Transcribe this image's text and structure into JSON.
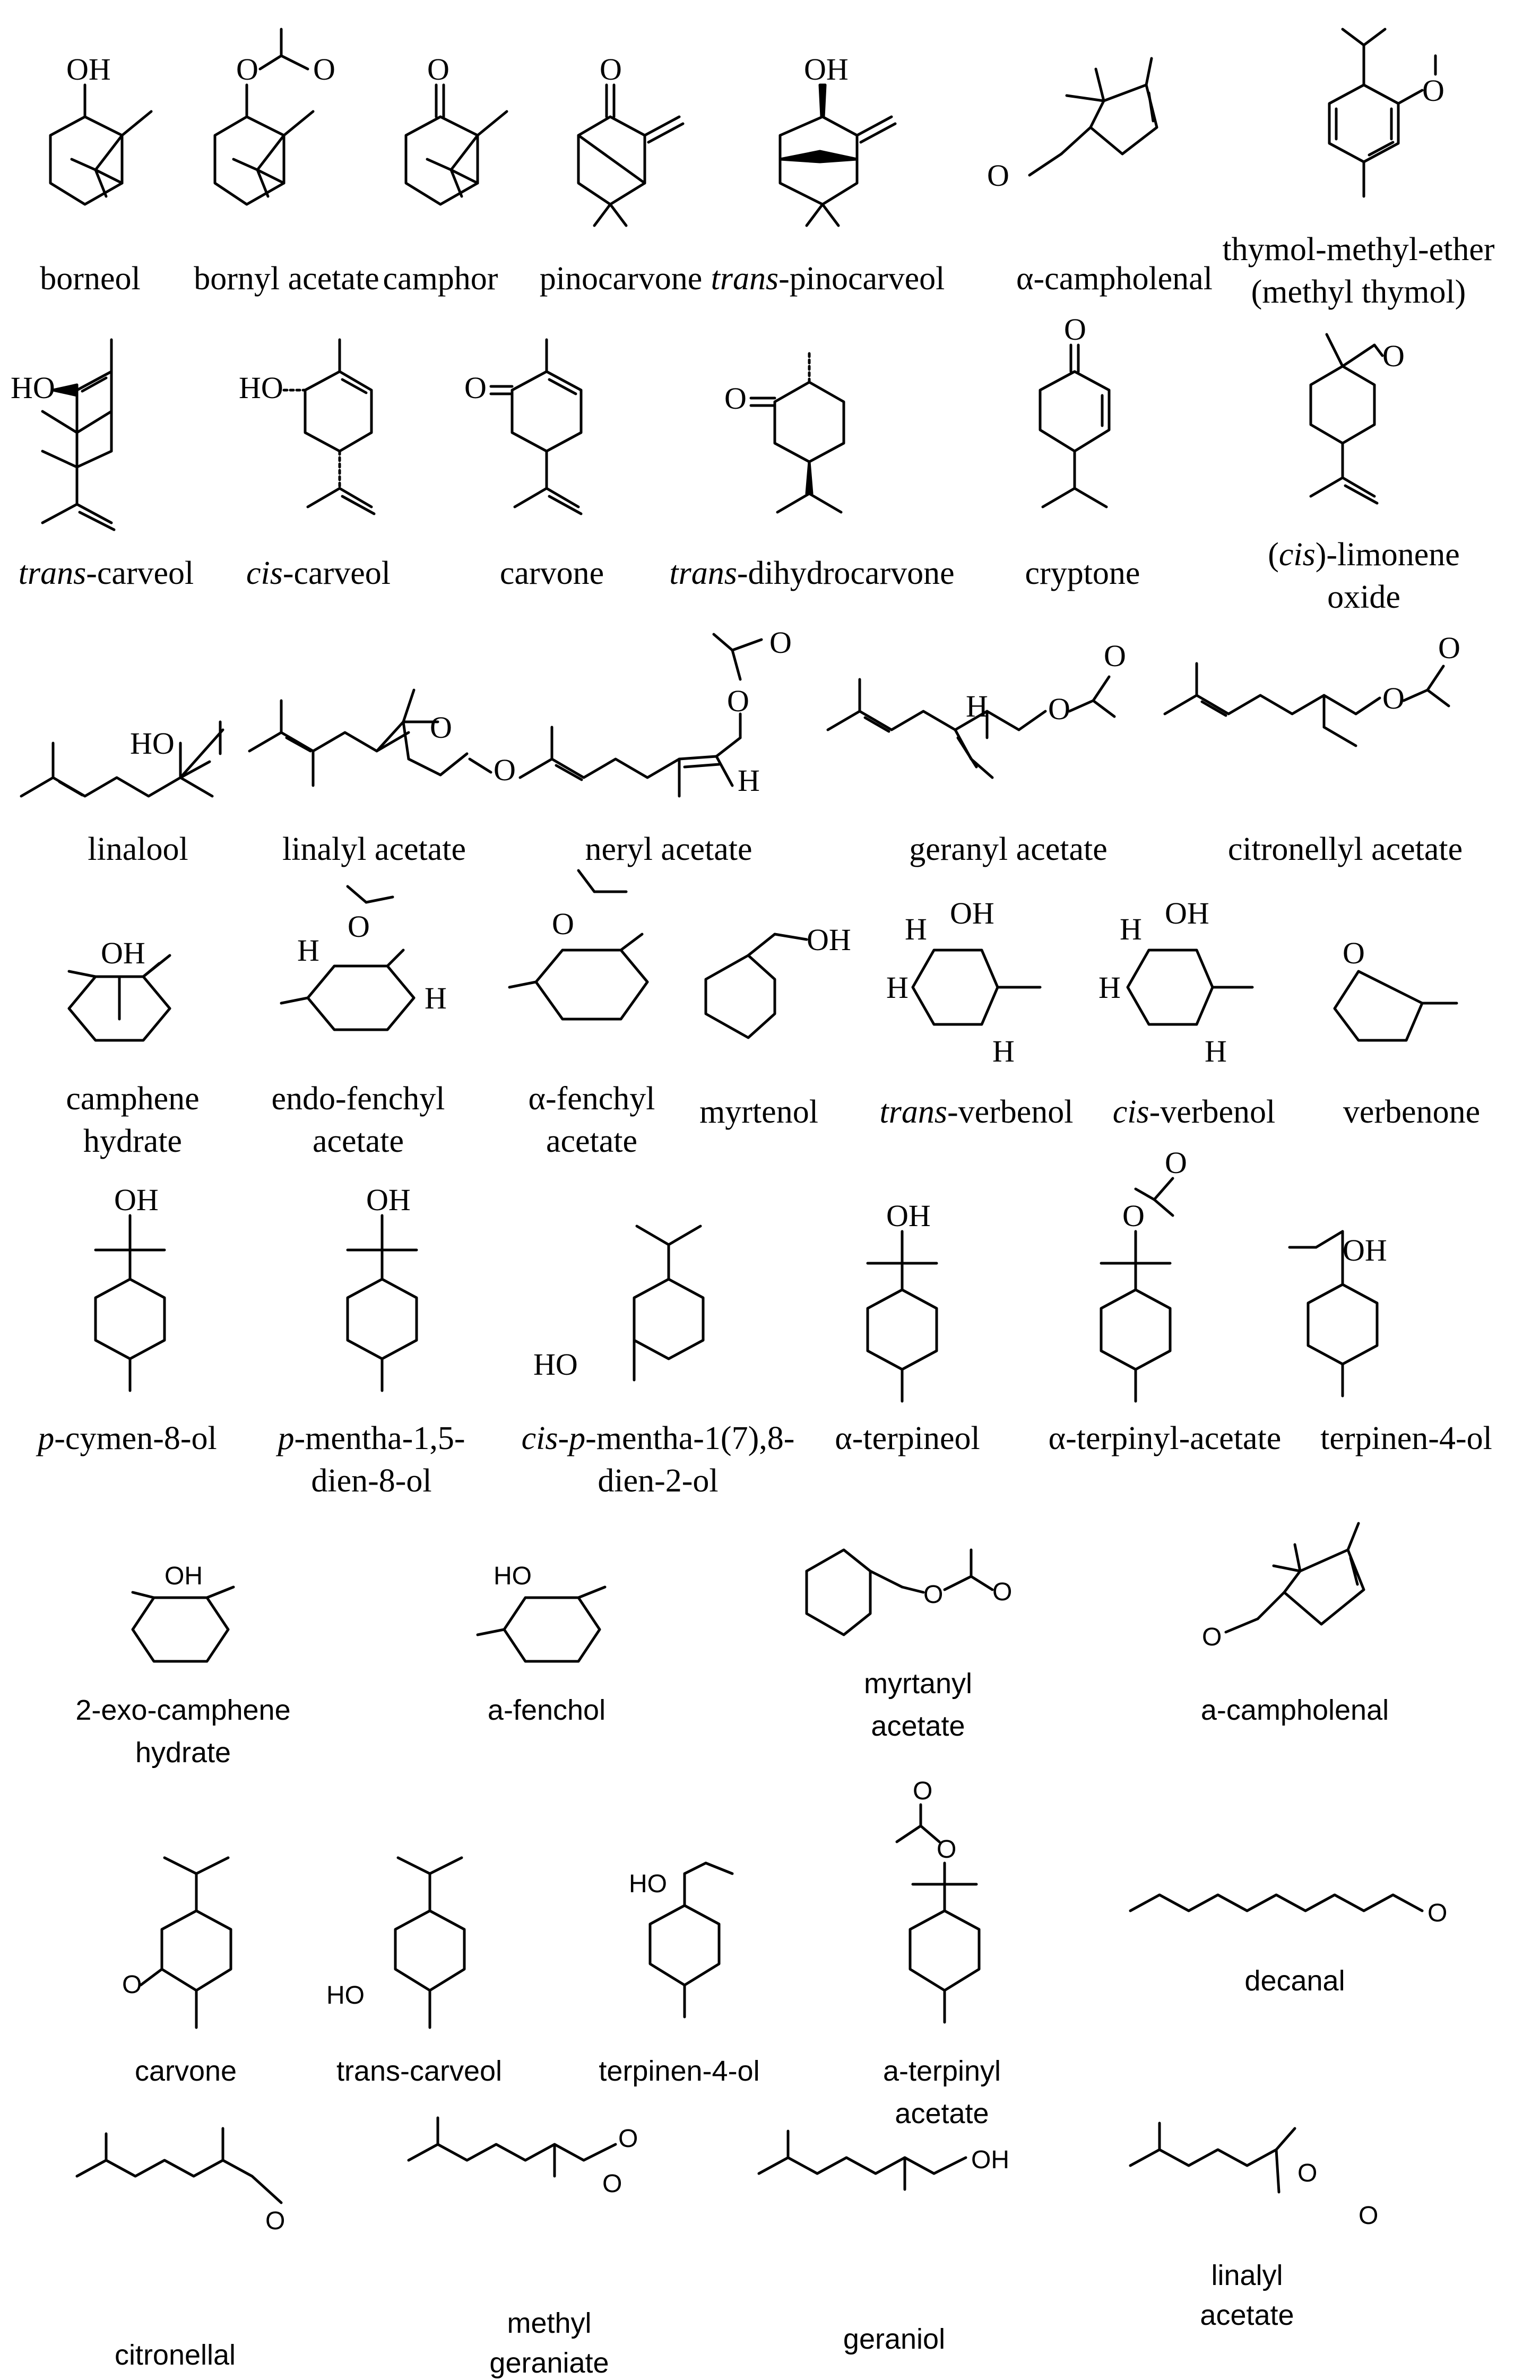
{
  "compounds": [
    {
      "id": "borneol",
      "name": "borneol"
    },
    {
      "id": "bornyl-acetate",
      "name": "bornyl acetate"
    },
    {
      "id": "camphor",
      "name": "camphor"
    },
    {
      "id": "pinocarvone",
      "name": "pinocarvone"
    },
    {
      "id": "trans-pinocarveol",
      "prefix": "trans",
      "name": "-pinocarveol"
    },
    {
      "id": "alpha-campholenal",
      "name": "α-campholenal"
    },
    {
      "id": "thymol-methyl-ether",
      "name": "thymol-methyl-ether",
      "name2": "(methyl thymol)"
    },
    {
      "id": "trans-carveol",
      "prefix": "trans",
      "name": "-carveol"
    },
    {
      "id": "cis-carveol",
      "prefix": "cis",
      "name": "-carveol"
    },
    {
      "id": "carvone",
      "name": "carvone"
    },
    {
      "id": "trans-dihydrocarvone",
      "prefix": "trans",
      "name": "-dihydrocarvone"
    },
    {
      "id": "cryptone",
      "name": "cryptone"
    },
    {
      "id": "cis-limonene-oxide",
      "pre": "(",
      "prefix": "cis",
      "name": ")-limonene",
      "name2": "oxide"
    },
    {
      "id": "linalool",
      "name": "linalool"
    },
    {
      "id": "linalyl-acetate",
      "name": "linalyl acetate"
    },
    {
      "id": "neryl-acetate",
      "name": "neryl acetate"
    },
    {
      "id": "geranyl-acetate",
      "name": "geranyl acetate"
    },
    {
      "id": "citronellyl-acetate",
      "name": "citronellyl acetate"
    },
    {
      "id": "camphene-hydrate",
      "name": "camphene",
      "name2": "hydrate"
    },
    {
      "id": "endo-fenchyl-acetate",
      "name": "endo-fenchyl",
      "name2": "acetate"
    },
    {
      "id": "alpha-fenchyl-acetate",
      "name": "α-fenchyl",
      "name2": "acetate"
    },
    {
      "id": "myrtenol",
      "name": "myrtenol"
    },
    {
      "id": "trans-verbenol",
      "prefix": "trans",
      "name": "-verbenol"
    },
    {
      "id": "cis-verbenol",
      "prefix": "cis",
      "name": "-verbenol"
    },
    {
      "id": "verbenone",
      "name": "verbenone"
    },
    {
      "id": "p-cymen-8-ol",
      "prefix": "p",
      "name": "-cymen-8-ol"
    },
    {
      "id": "p-mentha-1-5-dien-8-ol",
      "prefix": "p",
      "name": "-mentha-1,5-",
      "name2": "dien-8-ol"
    },
    {
      "id": "cis-p-mentha-dien-2-ol",
      "prefix": "cis-p",
      "name": "-mentha-1(7),8-",
      "name2": "dien-2-ol"
    },
    {
      "id": "alpha-terpineol",
      "name": "α-terpineol"
    },
    {
      "id": "alpha-terpinyl-acetate",
      "name": "α-terpinyl-acetate"
    },
    {
      "id": "terpinen-4-ol",
      "name": "terpinen-4-ol"
    },
    {
      "id": "2-exo-camphene-hydrate",
      "name": "2-exo-camphene",
      "name2": "hydrate"
    },
    {
      "id": "a-fenchol",
      "name": "a-fenchol"
    },
    {
      "id": "myrtanyl-acetate",
      "name": "myrtanyl",
      "name2": "acetate"
    },
    {
      "id": "a-campholenal",
      "name": "a-campholenal"
    },
    {
      "id": "carvone-2",
      "name": "carvone"
    },
    {
      "id": "trans-carveol-2",
      "name": "trans-carveol"
    },
    {
      "id": "terpinen-4-ol-2",
      "name": "terpinen-4-ol"
    },
    {
      "id": "a-terpinyl-acetate",
      "name": "a-terpinyl",
      "name2": "acetate"
    },
    {
      "id": "decanal",
      "name": "decanal"
    },
    {
      "id": "citronellal",
      "name": "citronellal"
    },
    {
      "id": "methyl-geraniate",
      "name": "methyl",
      "name2": "geraniate"
    },
    {
      "id": "geraniol",
      "name": "geraniol"
    },
    {
      "id": "linalyl-acetate-2",
      "name": "linalyl",
      "name2": "acetate"
    }
  ],
  "atoms": {
    "OH": "OH",
    "HO": "HO",
    "O": "O",
    "H": "H"
  }
}
